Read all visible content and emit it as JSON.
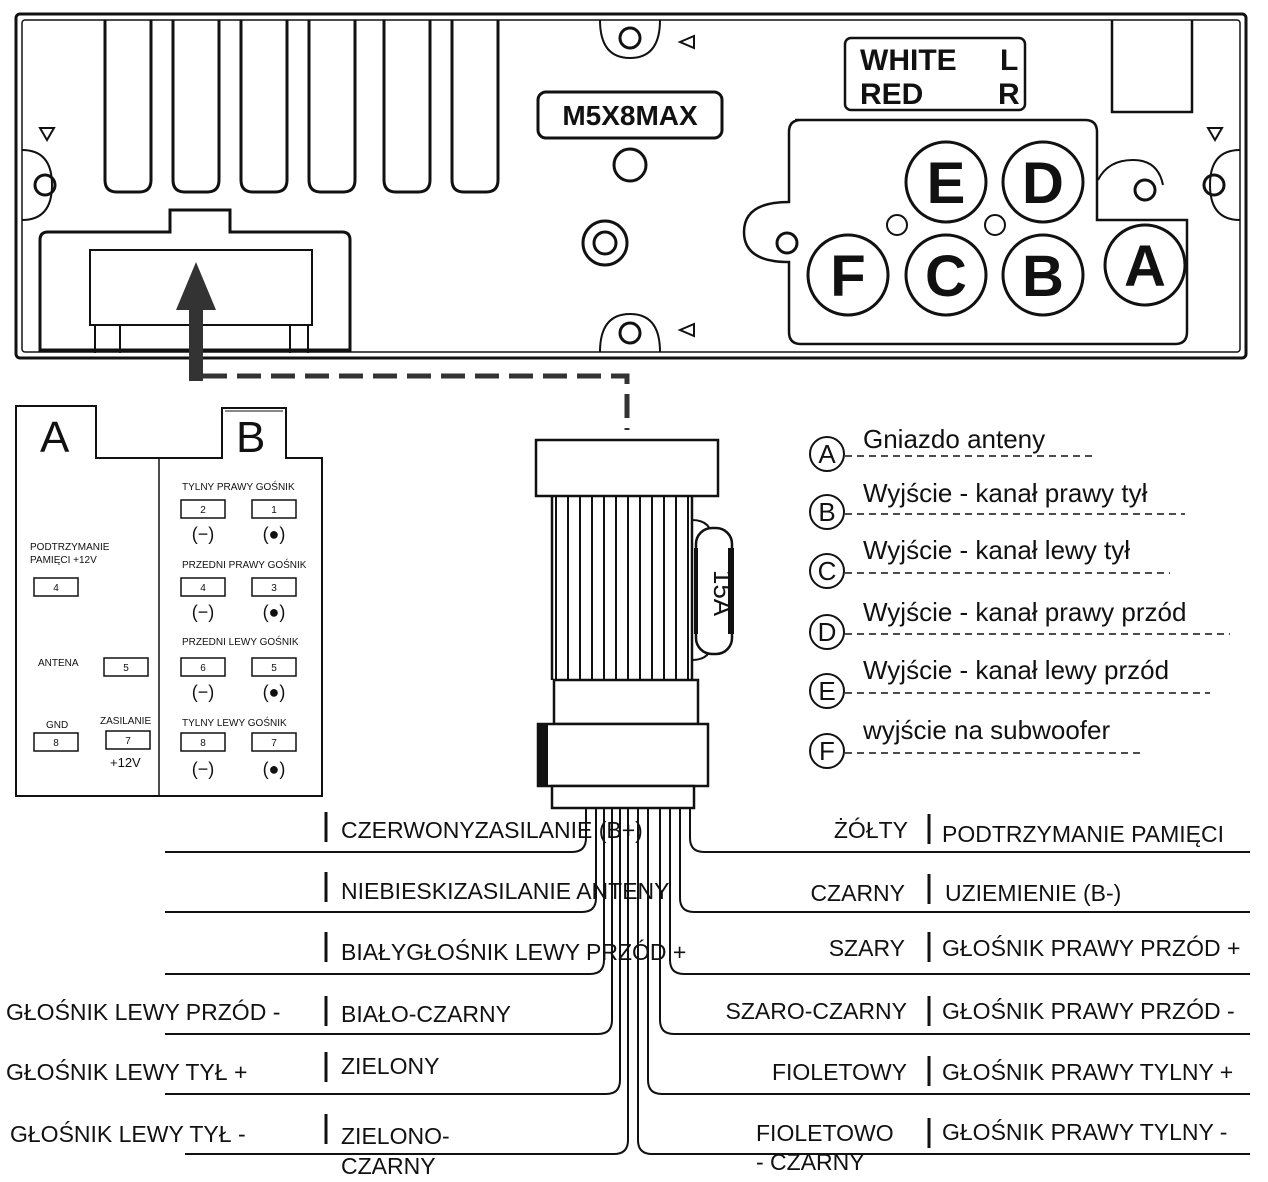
{
  "unit": {
    "model": "M5X8MAX",
    "audio_label_line1": "WHITE",
    "audio_label_line1_ch": "L",
    "audio_label_line2": "RED",
    "audio_label_line2_ch": "R",
    "rca_sockets": [
      "A",
      "B",
      "C",
      "D",
      "E",
      "F"
    ]
  },
  "fuse_label": "15A",
  "connector_a": {
    "letter": "A",
    "pins": [
      {
        "label_line1": "PODTRZYMANIE",
        "label_line2": "PAMIĘCI +12V",
        "pin": "4"
      },
      {
        "label_line1": "ANTENA",
        "label_line2": "",
        "pin": "5"
      },
      {
        "label_line1": "GND",
        "label_line2": "",
        "pin": "8"
      },
      {
        "label_line1": "ZASILANIE",
        "label_line2": "+12V",
        "pin": "7"
      }
    ]
  },
  "connector_b": {
    "letter": "B",
    "groups": [
      {
        "title": "TYLNY PRAWY GOŚNIK",
        "pin_minus": "2",
        "pin_plus": "1"
      },
      {
        "title": "PRZEDNI PRAWY GOŚNIK",
        "pin_minus": "4",
        "pin_plus": "3"
      },
      {
        "title": "PRZEDNI LEWY GOŚNIK",
        "pin_minus": "6",
        "pin_plus": "5"
      },
      {
        "title": "TYLNY LEWY GOŚNIK",
        "pin_minus": "8",
        "pin_plus": "7"
      }
    ],
    "minus_symbol": "(−)",
    "plus_symbol": "(●)"
  },
  "legend": [
    {
      "letter": "A",
      "text": "Gniazdo anteny"
    },
    {
      "letter": "B",
      "text": "Wyjście - kanał prawy tył"
    },
    {
      "letter": "C",
      "text": "Wyjście - kanał lewy tył"
    },
    {
      "letter": "D",
      "text": "Wyjście - kanał prawy przód"
    },
    {
      "letter": "E",
      "text": "Wyjście - kanał lewy przód"
    },
    {
      "letter": "F",
      "text": "wyjście na subwoofer"
    }
  ],
  "wires_left": [
    {
      "function": "",
      "color": "CZERWONY",
      "function2": "ZASILANIE (B+)"
    },
    {
      "function": "",
      "color": "NIEBIESKI",
      "function2": "ZASILANIE ANTENY"
    },
    {
      "function": "",
      "color": "BIAŁY",
      "function2": "GŁOŚNIK LEWY PRZÓD +"
    },
    {
      "function": "GŁOŚNIK LEWY PRZÓD -",
      "color": "BIAŁO-CZARNY",
      "function2": ""
    },
    {
      "function": "GŁOŚNIK LEWY TYŁ +",
      "color": "ZIELONY",
      "function2": ""
    },
    {
      "function": "GŁOŚNIK LEWY TYŁ -",
      "color": "ZIELONO-",
      "color2": "CZARNY",
      "function2": ""
    }
  ],
  "wires_right": [
    {
      "color": "ŻÓŁTY",
      "function": "PODTRZYMANIE PAMIĘCI"
    },
    {
      "color": "CZARNY",
      "function": "UZIEMIENIE (B-)"
    },
    {
      "color": "SZARY",
      "function": "GŁOŚNIK PRAWY PRZÓD +"
    },
    {
      "color": "SZARO-CZARNY",
      "function": "GŁOŚNIK PRAWY PRZÓD -"
    },
    {
      "color": "FIOLETOWY",
      "function": "GŁOŚNIK PRAWY TYLNY +"
    },
    {
      "color": "FIOLETOWO",
      "color2": "- CZARNY",
      "function": "GŁOŚNIK PRAWY TYLNY -"
    }
  ]
}
